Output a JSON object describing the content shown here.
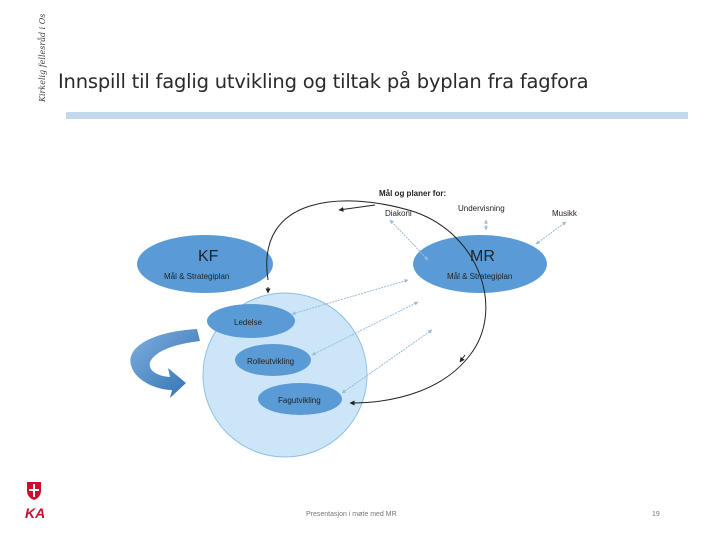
{
  "header": {
    "title": "Innspill til faglig utvikling og tiltak på byplan fra fagfora",
    "vertical_logo_text": "Kirkelig fellesråd i Oslo"
  },
  "diagram": {
    "plans_heading": "Mål og planer for:",
    "plan_items": [
      "Diakoni",
      "Undervisning",
      "Musikk"
    ],
    "kf": {
      "label": "KF",
      "sublabel": "Mål & Strategiplan"
    },
    "mr": {
      "label": "MR",
      "sublabel": "Mål & Strategiplan"
    },
    "nodes": [
      "Ledelse",
      "Rolleutvikling",
      "Fagutvikling"
    ]
  },
  "footer": {
    "caption": "Presentasjon i møte med MR",
    "page_number": "19",
    "logo_text": "KA"
  },
  "colors": {
    "ellipse_blue": "#5b9bd5",
    "light_circle": "#cde6f7",
    "title_bar": "#c5d9ec",
    "logo_red": "#c8102e"
  }
}
